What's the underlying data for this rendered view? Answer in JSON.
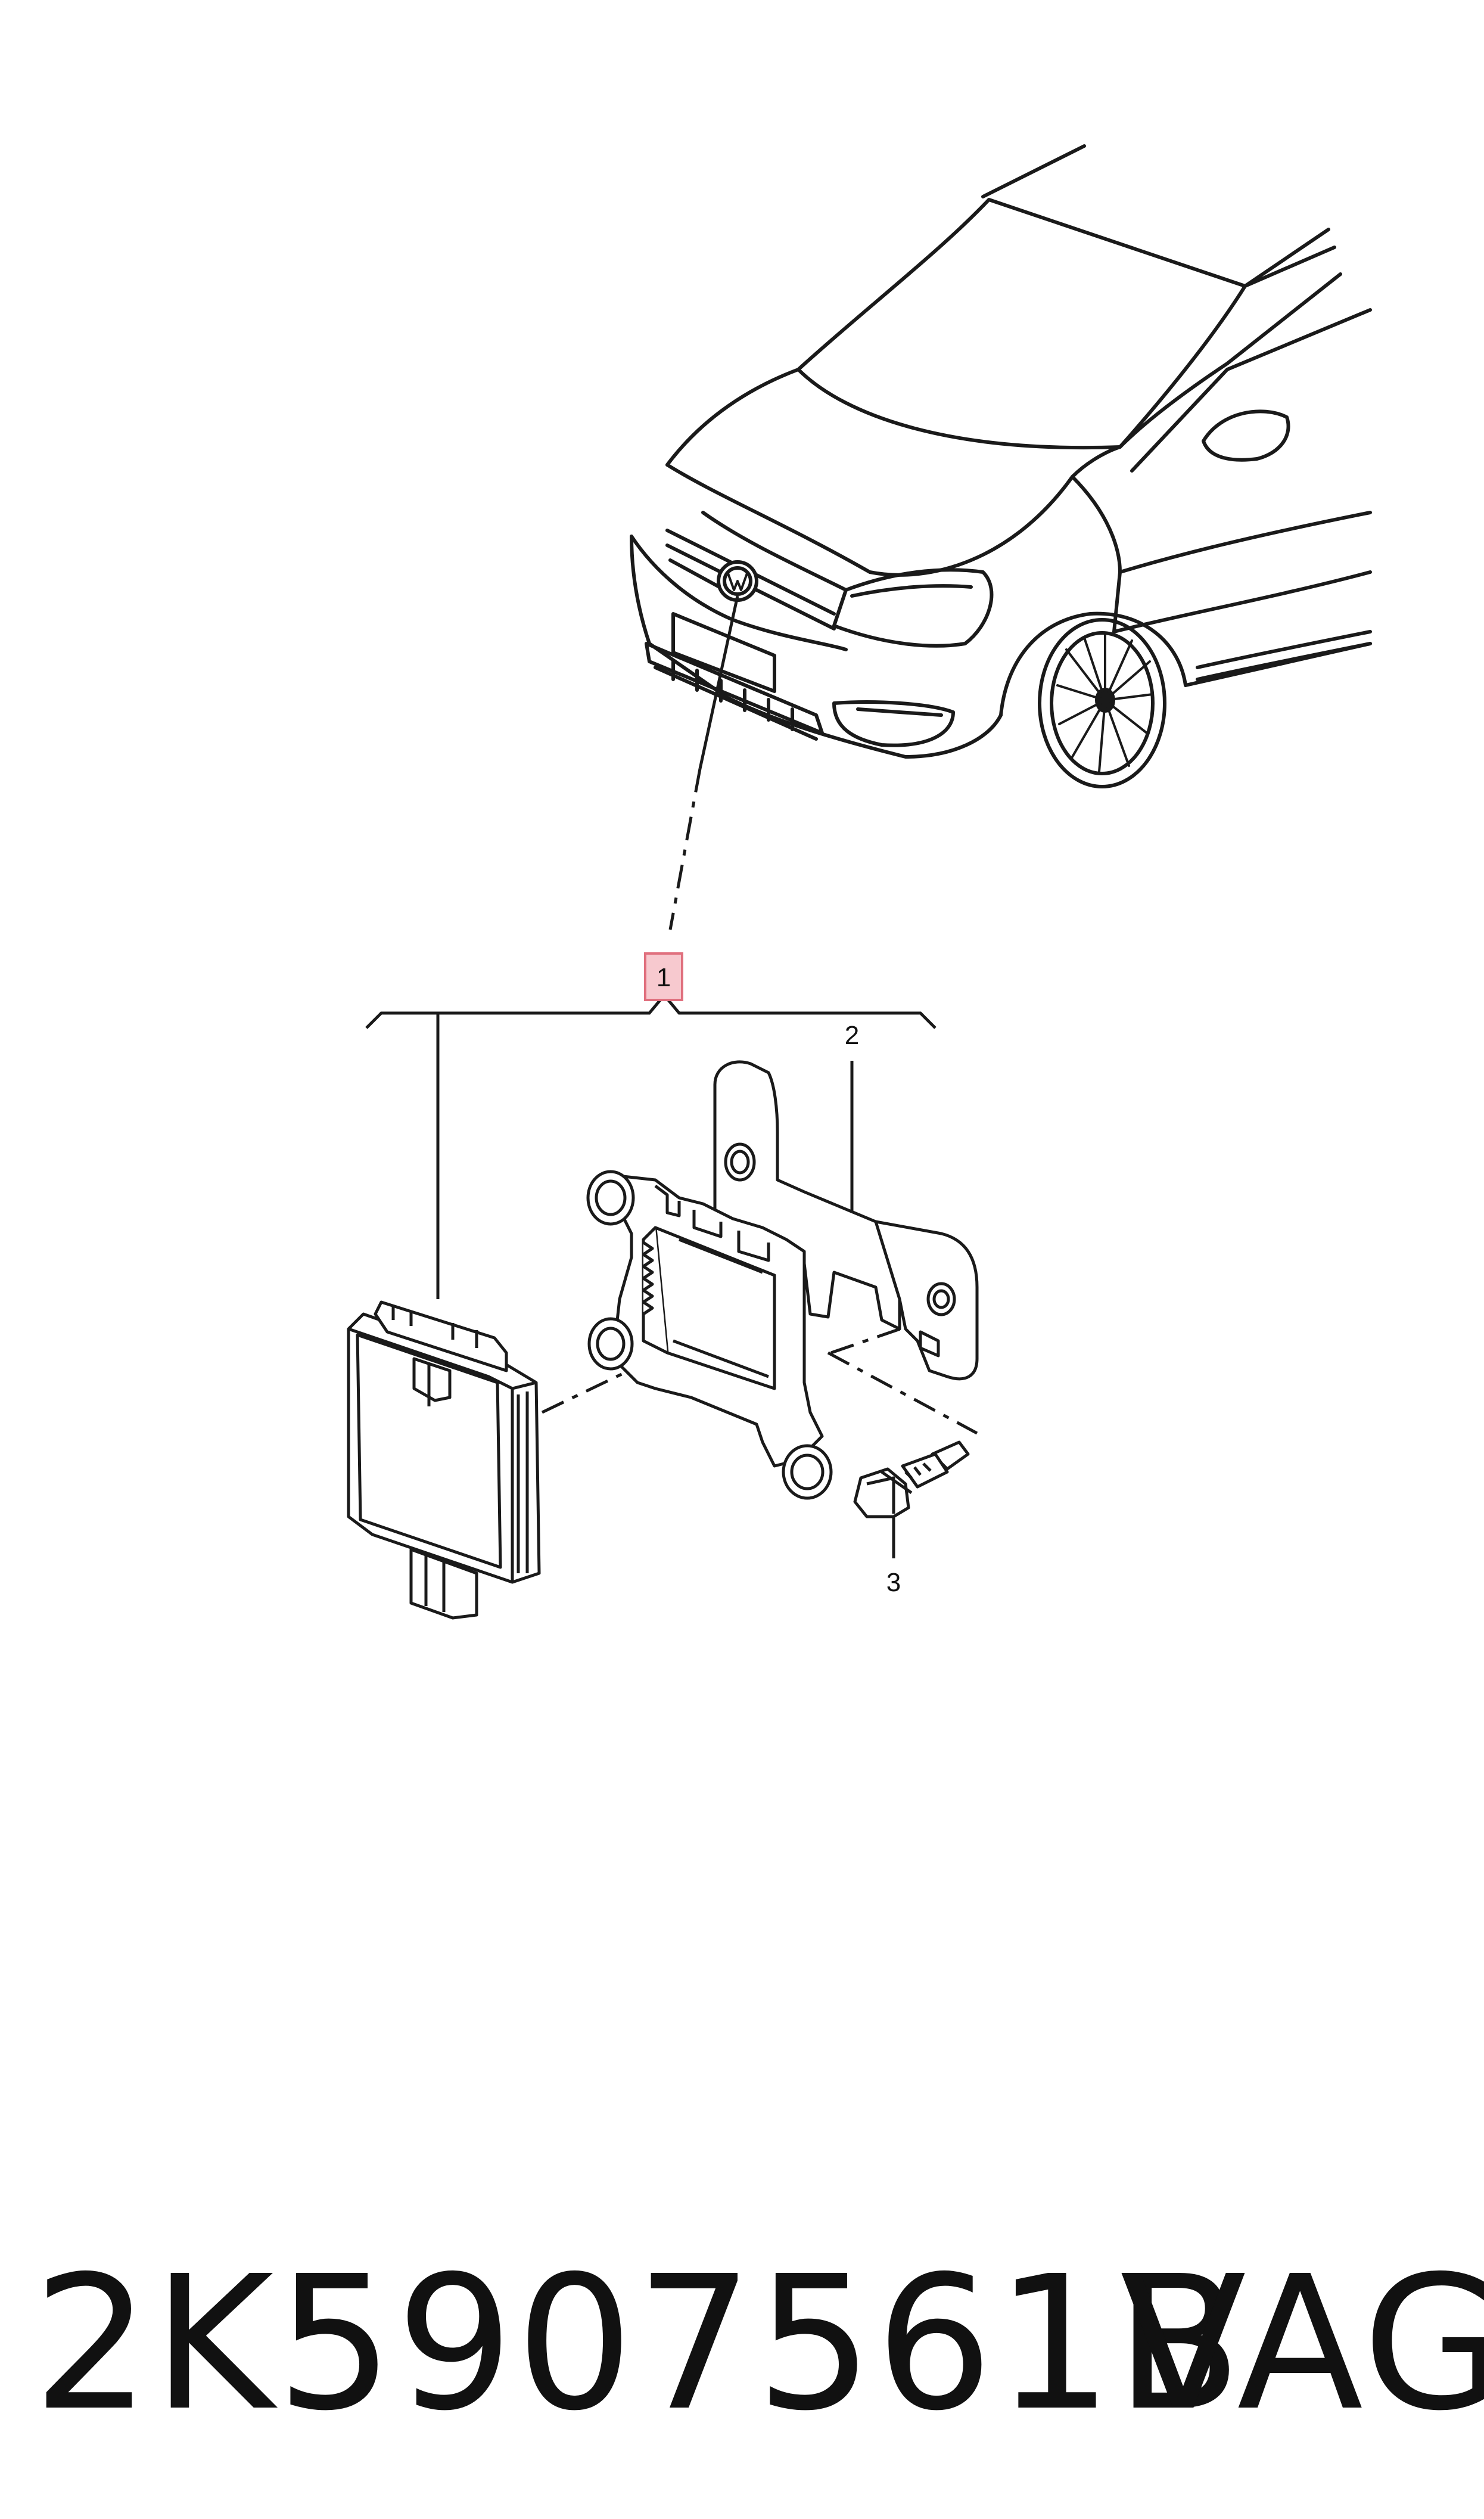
{
  "callouts": [
    {
      "id": "1",
      "label": "1",
      "highlighted": true
    },
    {
      "id": "2",
      "label": "2",
      "highlighted": false
    },
    {
      "id": "3",
      "label": "3",
      "highlighted": false
    }
  ],
  "footer": {
    "part_number": "2K5907561B",
    "brand": "VAG"
  },
  "colors": {
    "line": "#1a1a1a",
    "highlight_fill": "#f7c9cf",
    "highlight_stroke": "#e0707e",
    "background": "#ffffff"
  }
}
